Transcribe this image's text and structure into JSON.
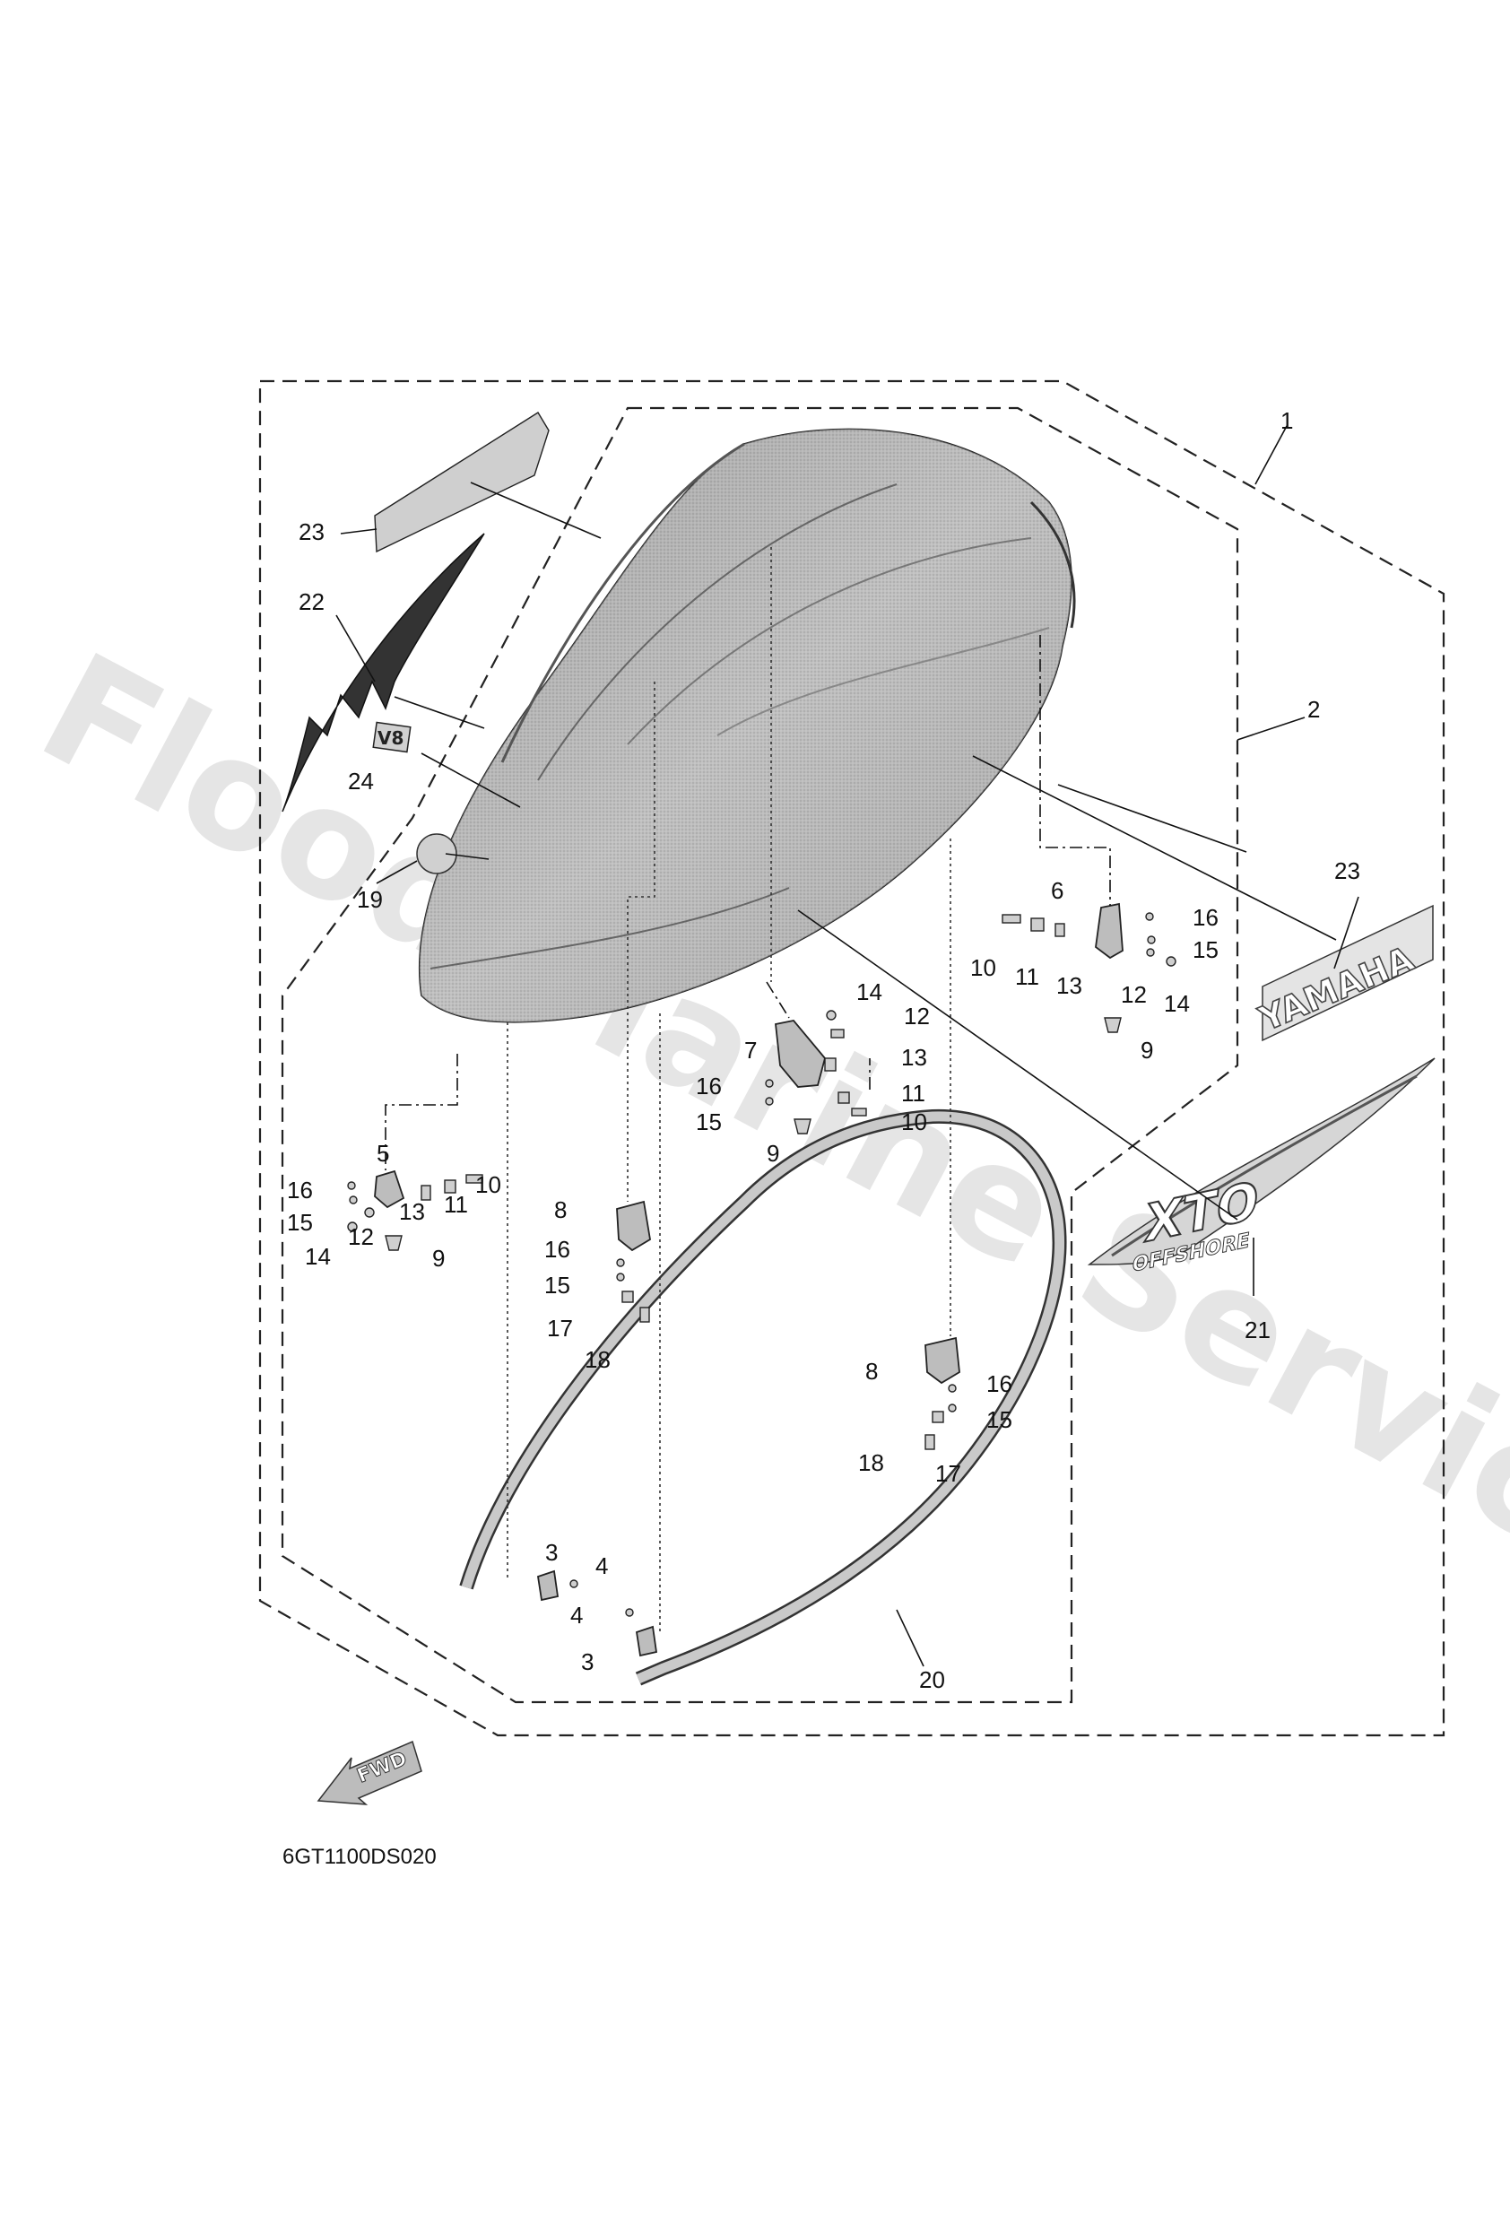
{
  "diagram_code": "6GT1100DS020",
  "watermark": "Flood Marine Services",
  "fwd_label": "FWD",
  "decals": {
    "yamaha": "YAMAHA",
    "xto": "XTO",
    "offshore": "OFFSHORE",
    "v8": "V8"
  },
  "colors": {
    "outline": "#222222",
    "part_fill": "#bdbdbd",
    "watermark": "#e6e6e6"
  },
  "callouts": [
    {
      "id": "c1",
      "text": "1"
    },
    {
      "id": "c2",
      "text": "2"
    },
    {
      "id": "c23a",
      "text": "23"
    },
    {
      "id": "c22",
      "text": "22"
    },
    {
      "id": "c24",
      "text": "24"
    },
    {
      "id": "c19",
      "text": "19"
    },
    {
      "id": "c23b",
      "text": "23"
    },
    {
      "id": "c21",
      "text": "21"
    },
    {
      "id": "c20",
      "text": "20"
    },
    {
      "id": "r6",
      "text": "6"
    },
    {
      "id": "r16",
      "text": "16"
    },
    {
      "id": "r15",
      "text": "15"
    },
    {
      "id": "r10",
      "text": "10"
    },
    {
      "id": "r11",
      "text": "11"
    },
    {
      "id": "r13",
      "text": "13"
    },
    {
      "id": "r12",
      "text": "12"
    },
    {
      "id": "r14",
      "text": "14"
    },
    {
      "id": "r9",
      "text": "9"
    },
    {
      "id": "m14",
      "text": "14"
    },
    {
      "id": "m12",
      "text": "12"
    },
    {
      "id": "m7",
      "text": "7"
    },
    {
      "id": "m13",
      "text": "13"
    },
    {
      "id": "m16",
      "text": "16"
    },
    {
      "id": "m11",
      "text": "11"
    },
    {
      "id": "m15",
      "text": "15"
    },
    {
      "id": "m10",
      "text": "10"
    },
    {
      "id": "m9",
      "text": "9"
    },
    {
      "id": "l5",
      "text": "5"
    },
    {
      "id": "l16",
      "text": "16"
    },
    {
      "id": "l13",
      "text": "13"
    },
    {
      "id": "l11",
      "text": "11"
    },
    {
      "id": "l10",
      "text": "10"
    },
    {
      "id": "l15",
      "text": "15"
    },
    {
      "id": "l12",
      "text": "12"
    },
    {
      "id": "l14",
      "text": "14"
    },
    {
      "id": "l9",
      "text": "9"
    },
    {
      "id": "a8",
      "text": "8"
    },
    {
      "id": "a16",
      "text": "16"
    },
    {
      "id": "a15",
      "text": "15"
    },
    {
      "id": "a17",
      "text": "17"
    },
    {
      "id": "a18",
      "text": "18"
    },
    {
      "id": "b8",
      "text": "8"
    },
    {
      "id": "b16",
      "text": "16"
    },
    {
      "id": "b15",
      "text": "15"
    },
    {
      "id": "b18",
      "text": "18"
    },
    {
      "id": "b17",
      "text": "17"
    },
    {
      "id": "p3a",
      "text": "3"
    },
    {
      "id": "p4a",
      "text": "4"
    },
    {
      "id": "p4b",
      "text": "4"
    },
    {
      "id": "p3b",
      "text": "3"
    }
  ]
}
